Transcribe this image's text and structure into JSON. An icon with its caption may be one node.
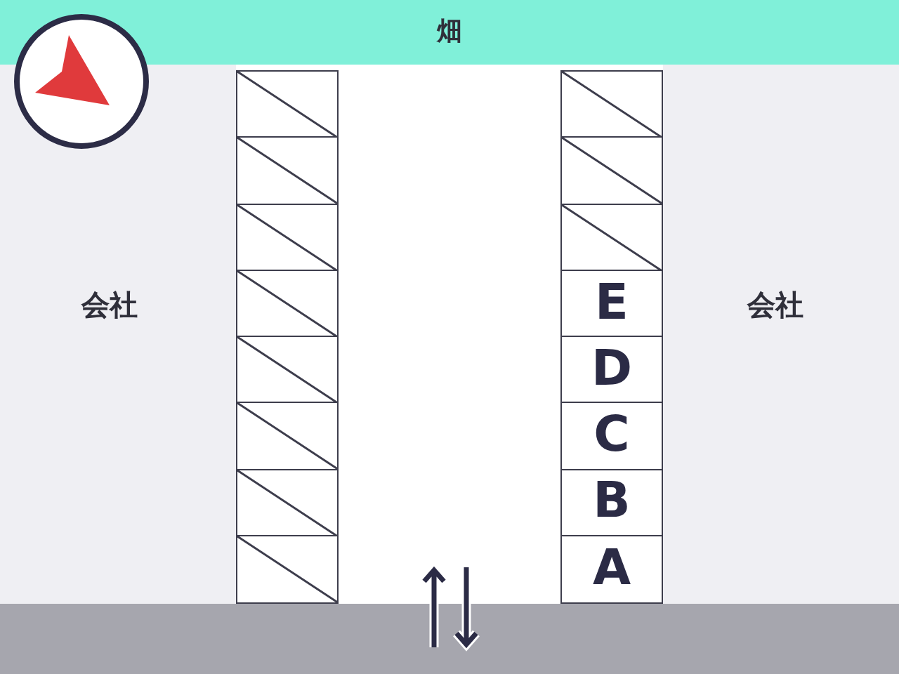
{
  "diagram": {
    "nodes": [
      {
        "text": [
          "畑"
        ]
      },
      {
        "text": [],
        "shape": "box"
      },
      {
        "text": [],
        "shape": "box"
      },
      {
        "text": [],
        "shape": "box"
      },
      {
        "text": [],
        "shape": "box"
      },
      {
        "text": [],
        "shape": "box"
      },
      {
        "text": [],
        "shape": "box"
      },
      {
        "text": [],
        "shape": "box"
      },
      {
        "text": [],
        "shape": "box"
      },
      {
        "text": [],
        "shape": "box"
      },
      {
        "text": [],
        "shape": "box"
      },
      {
        "text": [],
        "shape": "box"
      },
      {
        "text": [
          "E"
        ]
      },
      {
        "text": [
          "D"
        ]
      },
      {
        "text": [
          "C"
        ]
      },
      {
        "text": [
          "B"
        ]
      },
      {
        "text": [
          "A"
        ]
      },
      {
        "text": [],
        "shape": "bar"
      }
    ],
    "labels": [
      "会社",
      "会社"
    ]
  }
}
